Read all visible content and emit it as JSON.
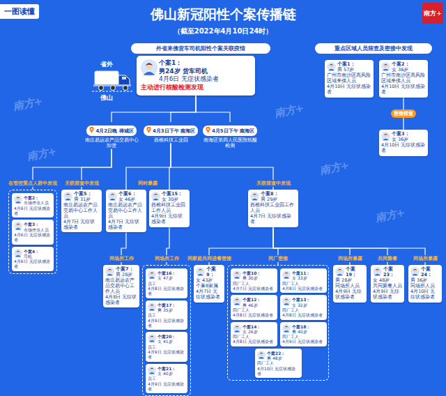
{
  "diagram": {
    "title": "佛山新冠阳性个案传播链",
    "nodes": [
      {
        "text": [
          "一图读懂"
        ]
      },
      {
        "text": [
          "南方+"
        ]
      },
      {
        "text": [
          "外省来佛货车司机阳性个案关联疫情"
        ]
      },
      {
        "text": [
          "重点区域人员筛查及密接中发现"
        ]
      },
      {
        "text": [
          "个案1：",
          "男24岁 货车司机",
          "4月6日 无症状感染者",
          "主动进行核酸检测发现"
        ]
      },
      {
        "text": [
          "4月2日晚 禅城区",
          "南庄易运农产品交易中心卸货"
        ]
      },
      {
        "text": [
          "4月3日下午 南海区",
          "西樵科技工业园"
        ]
      },
      {
        "text": [
          "4月5日下午 南海区",
          "南海区第四人民医院核酸检测"
        ]
      },
      {
        "text": [
          "个案1：",
          "男 57岁",
          "广州市南沙区高风险区域来佛人员",
          "4月10日 无症状感染者"
        ]
      },
      {
        "text": [
          "个案2：",
          "女 36岁",
          "广州市南沙区高风险区域来佛人员",
          "4月10日 无症状感染者"
        ]
      },
      {
        "text": [
          "个案3：",
          "女 36岁",
          "4月10日 无症状感染者"
        ]
      },
      {
        "text": [
          "在管控重点人群中发现"
        ]
      },
      {
        "text": [
          "个案2：",
          "市场作业人员",
          "4月6日 无症状感染者"
        ],
        "in": 11
      },
      {
        "text": [
          "个案3：",
          "市场作业人员",
          "4月6日 无症状感染者"
        ],
        "in": 11
      },
      {
        "text": [
          "个案4：",
          "司机",
          "4月6日 无症状感染者"
        ],
        "in": 11
      },
      {
        "text": [
          "个案5：",
          "男 31岁",
          "南庄易运农产品交易中心工作人员",
          "4月7日 无症状感染者"
        ]
      },
      {
        "text": [
          "个案6：",
          "女 46岁",
          "南庄易运农产品交易中心工作人员",
          "4月7日 无症状感染者"
        ]
      },
      {
        "text": [
          "个案15：",
          "女 30岁",
          "西樵科技工业园工作人员",
          "4月9日 无症状感染者"
        ]
      },
      {
        "text": [
          "个案8：",
          "男 29岁",
          "西樵科技工业园工作人员",
          "4月7日 无症状感染者"
        ]
      },
      {
        "text": [
          "个案7：",
          "男 28岁",
          "南庄易运农产品交易中心工作人员",
          "4月8日 无症状感染者"
        ]
      },
      {
        "text": [
          "同场所工作"
        ]
      },
      {
        "text": [
          "个案16：",
          "女 47岁",
          "员工",
          "4月8日 无症状感染者"
        ],
        "in": 20
      },
      {
        "text": [
          "个案17：",
          "男 35岁",
          "员工",
          "4月9日 无症状感染者"
        ],
        "in": 20
      },
      {
        "text": [
          "个案20：",
          "女 41岁",
          "员工",
          "4月9日 无症状感染者"
        ],
        "in": 20
      },
      {
        "text": [
          "个案21：",
          "女 40岁",
          "员工",
          "4月9日 无症状感染者"
        ],
        "in": 20
      },
      {
        "text": [
          "个案9：",
          "女 43岁",
          "个案8家属",
          "4月7日 无症状感染者"
        ]
      },
      {
        "text": [
          "同厂密接"
        ]
      },
      {
        "text": [
          "个案10：",
          "男 30岁",
          "同厂工人",
          "4月7日 无症状感染者"
        ],
        "in": 26
      },
      {
        "text": [
          "个案11：",
          "女 33岁",
          "同厂工人",
          "4月8日 无症状感染者"
        ],
        "in": 26
      },
      {
        "text": [
          "个案12：",
          "男 46岁",
          "同厂工人",
          "4月8日 无症状感染者"
        ],
        "in": 26
      },
      {
        "text": [
          "个案13：",
          "女 32岁",
          "同厂工人",
          "4月8日 无症状感染者"
        ],
        "in": 26
      },
      {
        "text": [
          "个案14：",
          "女 26岁",
          "同厂工人",
          "4月8日 无症状感染者"
        ],
        "in": 26
      },
      {
        "text": [
          "个案18：",
          "男 40岁",
          "同厂工人",
          "4月9日 无症状感染者"
        ],
        "in": 26
      },
      {
        "text": [
          "个案22：",
          "男 48岁",
          "同厂工人",
          "4月10日 无症状感染者"
        ],
        "in": 26
      },
      {
        "text": [
          "个案19：",
          "男 28岁",
          "同场所人员",
          "4月9日 无症状感染者"
        ]
      },
      {
        "text": [
          "个案23：",
          "女 48岁",
          "共同聚餐人员",
          "4月9日 无症状感染者"
        ]
      },
      {
        "text": [
          "个案24：",
          "男 36岁",
          "同场所人员",
          "4月10日 无症状感染者"
        ]
      }
    ],
    "edges": [
      {
        "from": 4,
        "to": 5,
        "arrow": "none"
      },
      {
        "from": 4,
        "to": 6,
        "arrow": "none"
      },
      {
        "from": 4,
        "to": 7,
        "arrow": "none"
      },
      {
        "from": 5,
        "to": 11,
        "arrow": "none"
      },
      {
        "from": 5,
        "to": 15,
        "arrow": "none"
      },
      {
        "from": 6,
        "to": 16,
        "arrow": "none"
      },
      {
        "from": 6,
        "to": 17,
        "arrow": "none"
      },
      {
        "from": 6,
        "to": 18,
        "arrow": "none"
      },
      {
        "from": 16,
        "to": 19,
        "arrow": "none"
      },
      {
        "from": 17,
        "to": 20,
        "arrow": "none"
      },
      {
        "from": 18,
        "to": 25,
        "arrow": "none"
      },
      {
        "from": 18,
        "to": 26,
        "arrow": "none"
      },
      {
        "from": 18,
        "to": 34,
        "arrow": "none"
      },
      {
        "from": 18,
        "to": 35,
        "arrow": "none"
      },
      {
        "from": 18,
        "to": 36,
        "arrow": "none"
      },
      {
        "from": 9,
        "to": 10,
        "label": "密接筛查",
        "arrow": "none"
      }
    ],
    "labels": [
      "（截至2022年4月10日24时）",
      "省外",
      "佛山",
      "关联筛查中发现",
      "同时暴露",
      "关联筛查中发现",
      "同场所工作",
      "同家庭共同进餐密接",
      "同场所暴露",
      "共同聚餐",
      "同场所暴露",
      "南方+",
      "南方+",
      "南方+",
      "南方+",
      "南方+"
    ]
  }
}
